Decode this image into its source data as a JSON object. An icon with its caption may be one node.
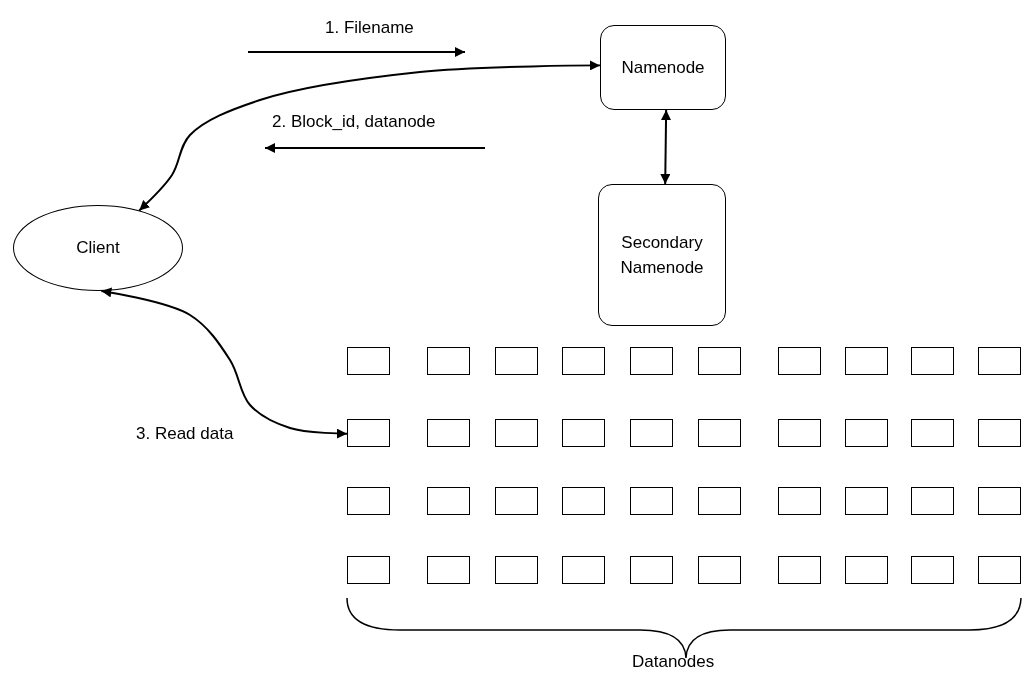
{
  "diagram": {
    "nodes": [
      {
        "text": [
          "Namenode"
        ]
      },
      {
        "text": [
          "Client"
        ]
      },
      {
        "text": [
          "Secondary Namenode"
        ]
      },
      {
        "text": [],
        "shape": "box"
      },
      {
        "text": [],
        "shape": "box"
      },
      {
        "text": [],
        "shape": "box"
      },
      {
        "text": [],
        "shape": "box"
      },
      {
        "text": [],
        "shape": "box"
      },
      {
        "text": [],
        "shape": "box"
      },
      {
        "text": [],
        "shape": "box"
      },
      {
        "text": [],
        "shape": "box"
      },
      {
        "text": [],
        "shape": "box"
      },
      {
        "text": [],
        "shape": "box"
      },
      {
        "text": [],
        "shape": "box"
      },
      {
        "text": [],
        "shape": "box"
      },
      {
        "text": [],
        "shape": "box"
      },
      {
        "text": [],
        "shape": "box"
      },
      {
        "text": [],
        "shape": "box"
      },
      {
        "text": [],
        "shape": "box"
      },
      {
        "text": [],
        "shape": "box"
      },
      {
        "text": [],
        "shape": "box"
      },
      {
        "text": [],
        "shape": "box"
      },
      {
        "text": [],
        "shape": "box"
      },
      {
        "text": [],
        "shape": "box"
      },
      {
        "text": [],
        "shape": "box"
      },
      {
        "text": [],
        "shape": "box"
      },
      {
        "text": [],
        "shape": "box"
      },
      {
        "text": [],
        "shape": "box"
      },
      {
        "text": [],
        "shape": "box"
      },
      {
        "text": [],
        "shape": "box"
      },
      {
        "text": [],
        "shape": "box"
      },
      {
        "text": [],
        "shape": "box"
      },
      {
        "text": [],
        "shape": "box"
      },
      {
        "text": [],
        "shape": "box"
      },
      {
        "text": [],
        "shape": "box"
      },
      {
        "text": [],
        "shape": "box"
      },
      {
        "text": [],
        "shape": "box"
      },
      {
        "text": [],
        "shape": "box"
      },
      {
        "text": [],
        "shape": "box"
      },
      {
        "text": [],
        "shape": "box"
      },
      {
        "text": [],
        "shape": "box"
      },
      {
        "text": [],
        "shape": "box"
      },
      {
        "text": [],
        "shape": "box"
      }
    ],
    "edges": [
      {
        "from": 1,
        "to": 0,
        "arrow": "both"
      },
      {
        "from": 0,
        "to": 2,
        "arrow": "both"
      },
      {
        "from": 1,
        "to": 13,
        "arrow": "both"
      }
    ],
    "labels": [
      "1. Filename",
      "2. Block_id, datanode",
      "3. Read data",
      "Datanodes"
    ]
  }
}
